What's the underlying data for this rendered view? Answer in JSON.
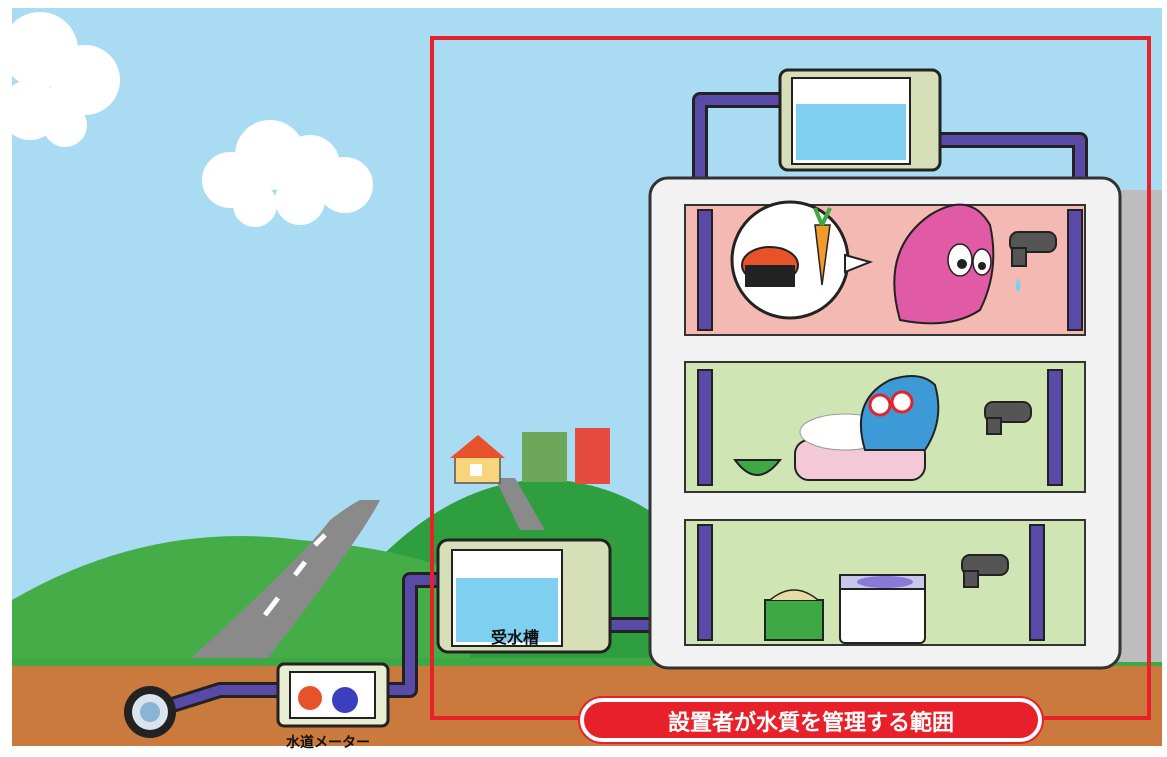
{
  "labels": {
    "receiving_tank": "受水槽",
    "water_meter": "水道メーター",
    "managed_range": "設置者が水質を管理する範囲"
  },
  "colors": {
    "sky": "#a9dcf3",
    "hill": "#3ea845",
    "ground": "#c97a3c",
    "pipe": "#4a3a8c",
    "water": "#7fd0f0",
    "range_border": "#e8202a",
    "floor_top": "#f4b9b3",
    "floor_middle": "#cfe6b4",
    "floor_bottom": "#cfe6b4",
    "building": "#f2f2f2"
  },
  "icons": [
    "cloud-icon",
    "house-icon",
    "faucet-icon",
    "pot-icon",
    "carrot-icon",
    "bathtub-icon",
    "washing-machine-icon",
    "laundry-basket-icon",
    "water-drop-mascot-icon"
  ]
}
